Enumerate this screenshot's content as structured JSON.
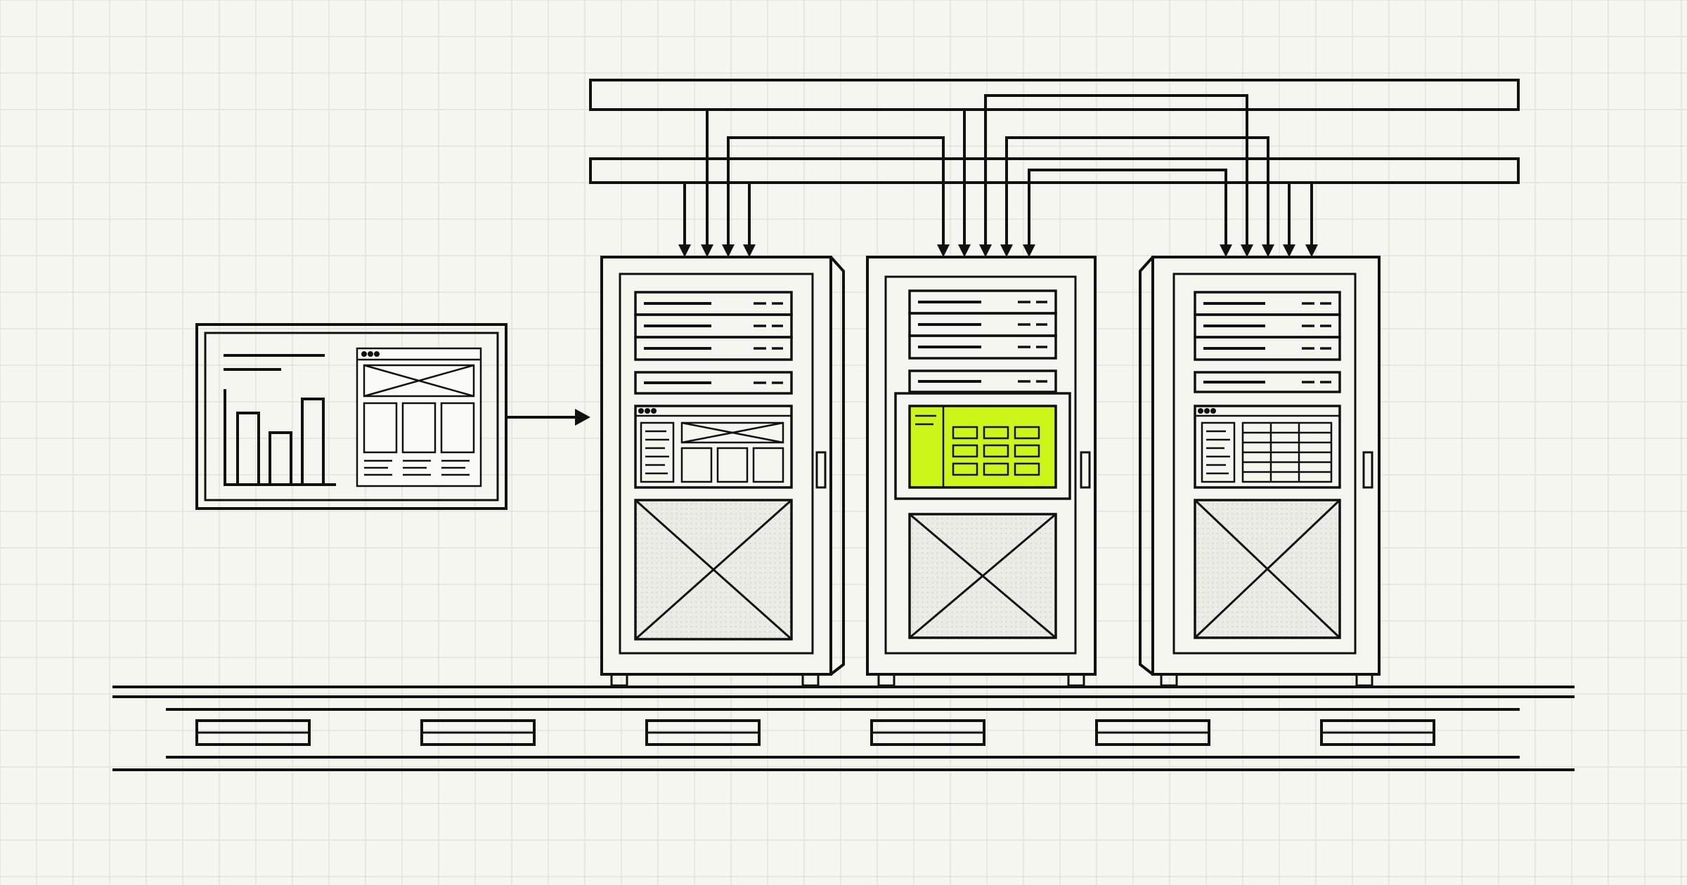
{
  "palette": {
    "background": "#f6f6f1",
    "grid": "#e3e3dc",
    "stroke": "#111111",
    "accent": "#ccf51a",
    "placeholder_fill": "#e4e4df"
  },
  "diagram": {
    "source": {
      "icon": "dashboard-icon",
      "contents": [
        "chart-icon",
        "wireframe-page-icon"
      ]
    },
    "racks": [
      {
        "name": "rack-1",
        "screen": "layout-wireframe-icon",
        "highlighted": false
      },
      {
        "name": "rack-2",
        "screen": "grid-panel-icon",
        "highlighted": true
      },
      {
        "name": "rack-3",
        "screen": "table-icon",
        "highlighted": false
      }
    ],
    "buses": 2,
    "inputs_per_rack": [
      4,
      5,
      5
    ],
    "floor_vents": 6
  }
}
